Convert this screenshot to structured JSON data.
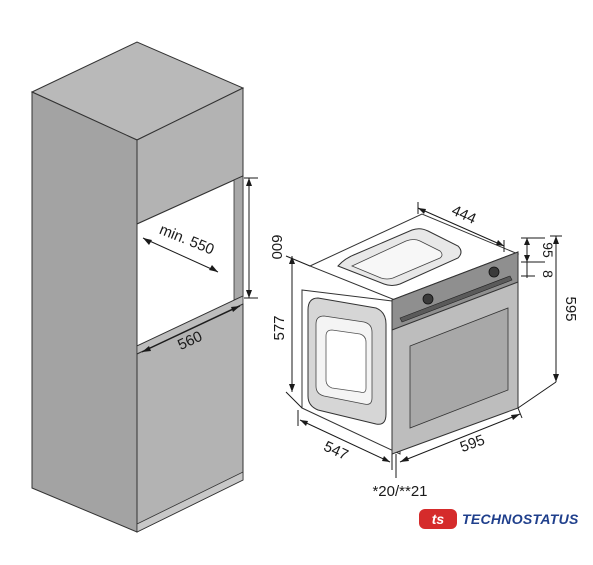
{
  "cabinet": {
    "height_label": "600",
    "depth_label": "min. 550",
    "width_label": "560"
  },
  "oven": {
    "depth_label": "444",
    "panel_label_95": "95",
    "panel_label_8": "8",
    "height_right_label": "595",
    "height_left_label": "577",
    "depth_bottom_label": "547",
    "width_bottom_label": "595",
    "footnote": "*20/**21"
  },
  "brand": {
    "name": "TECHNOSTATUS",
    "colors": {
      "logo_red": "#d52b2b",
      "logo_blue": "#1f3f8c"
    }
  }
}
